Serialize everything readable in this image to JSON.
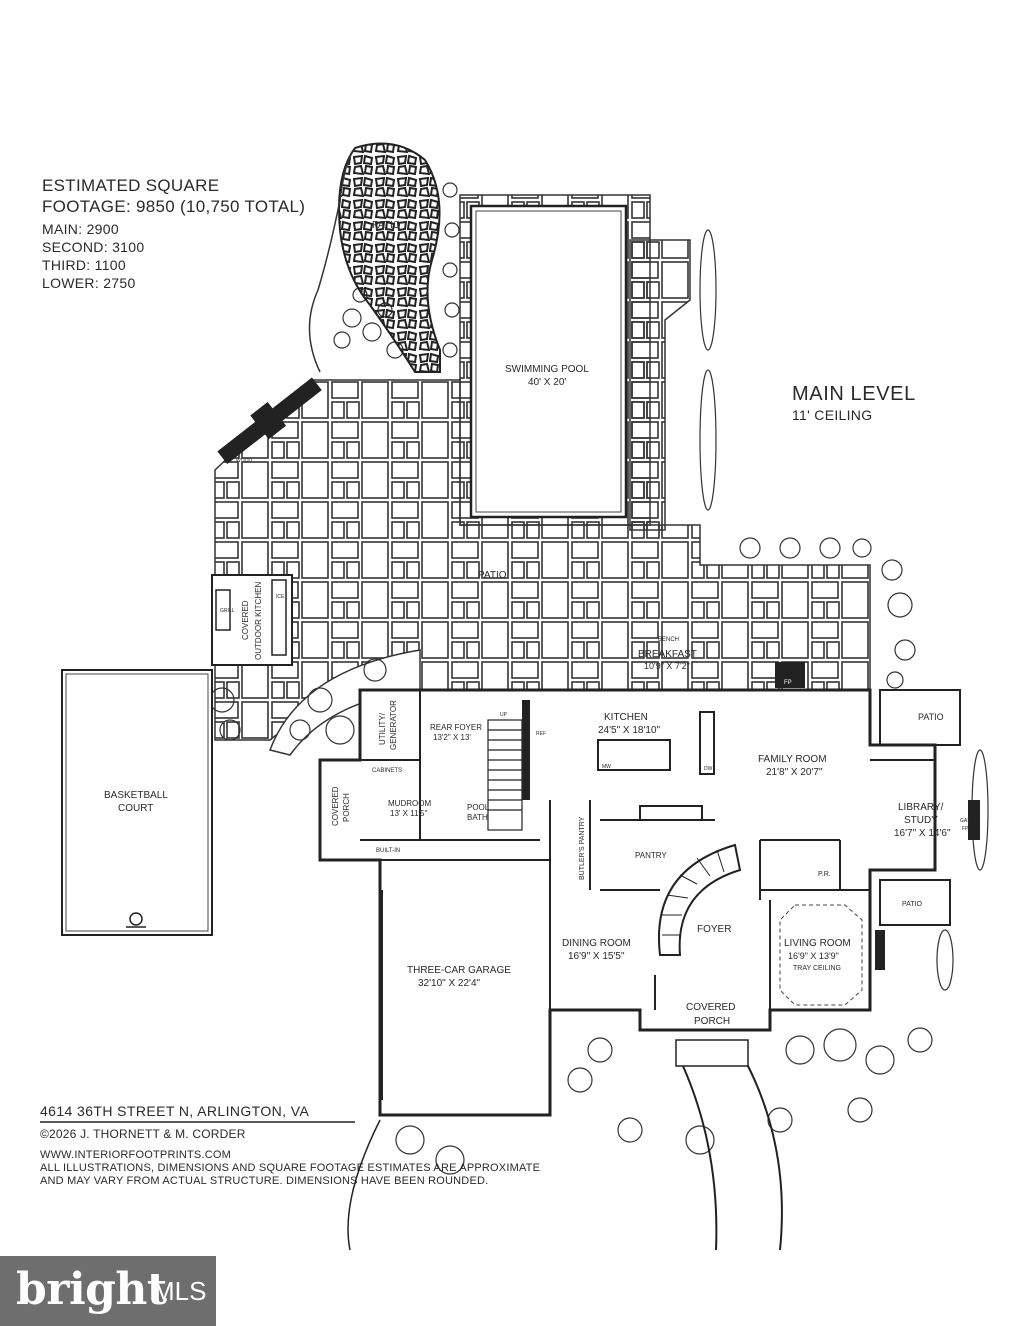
{
  "sqft": {
    "title_line1": "ESTIMATED SQUARE",
    "title_line2": "FOOTAGE: 9850 (10,750 TOTAL)",
    "lines": [
      "MAIN: 2900",
      "SECOND: 3100",
      "THIRD: 1100",
      "LOWER: 2750"
    ]
  },
  "level": {
    "title": "MAIN LEVEL",
    "ceiling": "11' CEILING"
  },
  "footer": {
    "address": "4614 36TH STREET N, ARLINGTON, VA",
    "copyright": "©2026 J. THORNETT & M. CORDER",
    "website": "WWW.INTERIORFOOTPRINTS.COM",
    "disclaimer_1": "ALL ILLUSTRATIONS, DIMENSIONS AND SQUARE FOOTAGE ESTIMATES ARE APPROXIMATE",
    "disclaimer_2": "AND MAY VARY FROM ACTUAL STRUCTURE. DIMENSIONS HAVE BEEN ROUNDED."
  },
  "brand": {
    "word": "bright",
    "suffix": "MLS"
  },
  "rooms": {
    "patio_top": "PATIO",
    "pool_name": "SWIMMING POOL",
    "pool_dim": "40' X 20'",
    "patio_main": "PATIO",
    "covered_kitchen_1": "COVERED",
    "covered_kitchen_2": "OUTDOOR KITCHEN",
    "basketball_1": "BASKETBALL",
    "basketball_2": "COURT",
    "utility_1": "UTILITY/",
    "utility_2": "GENERATOR",
    "rear_foyer": "REAR FOYER",
    "rear_foyer_dim": "13'2\" X 13'",
    "cabinets": "CABINETS",
    "covered_porch_side_1": "COVERED",
    "covered_porch_side_2": "PORCH",
    "mudroom": "MUDROOM",
    "mudroom_dim": "13' X 11'5\"",
    "builtin": "BUILT-IN",
    "pool_bath_1": "POOL",
    "pool_bath_2": "BATH",
    "breakfast": "BREAKFAST",
    "breakfast_dim": "10'9\" X 7'2\"",
    "bench": "BENCH",
    "kitchen": "KITCHEN",
    "kitchen_dim": "24'5\" X 18'10\"",
    "family": "FAMILY ROOM",
    "family_dim": "21'8\" X 20'7\"",
    "patio_right": "PATIO",
    "library_1": "LIBRARY/",
    "library_2": "STUDY",
    "library_dim": "16'7\" X 14'6\"",
    "gas_fp_1": "GAS",
    "gas_fp_2": "FP",
    "patio_small": "PATIO",
    "pantry": "PANTRY",
    "butlers": "BUTLER'S PANTRY",
    "pr": "P.R.",
    "foyer": "FOYER",
    "dining": "DINING ROOM",
    "dining_dim": "16'9\" X 15'5\"",
    "living": "LIVING ROOM",
    "living_dim": "16'9\" X 13'9\"",
    "tray": "TRAY CEILING",
    "garage": "THREE-CAR GARAGE",
    "garage_dim": "32'10\" X 22'4\"",
    "covered_porch_1": "COVERED",
    "covered_porch_2": "PORCH",
    "fp": "FP",
    "dw": "DW",
    "mw": "MW",
    "ref": "REF",
    "up": "UP",
    "wood": "WOOD",
    "grill": "GRILL",
    "ice": "ICE"
  }
}
